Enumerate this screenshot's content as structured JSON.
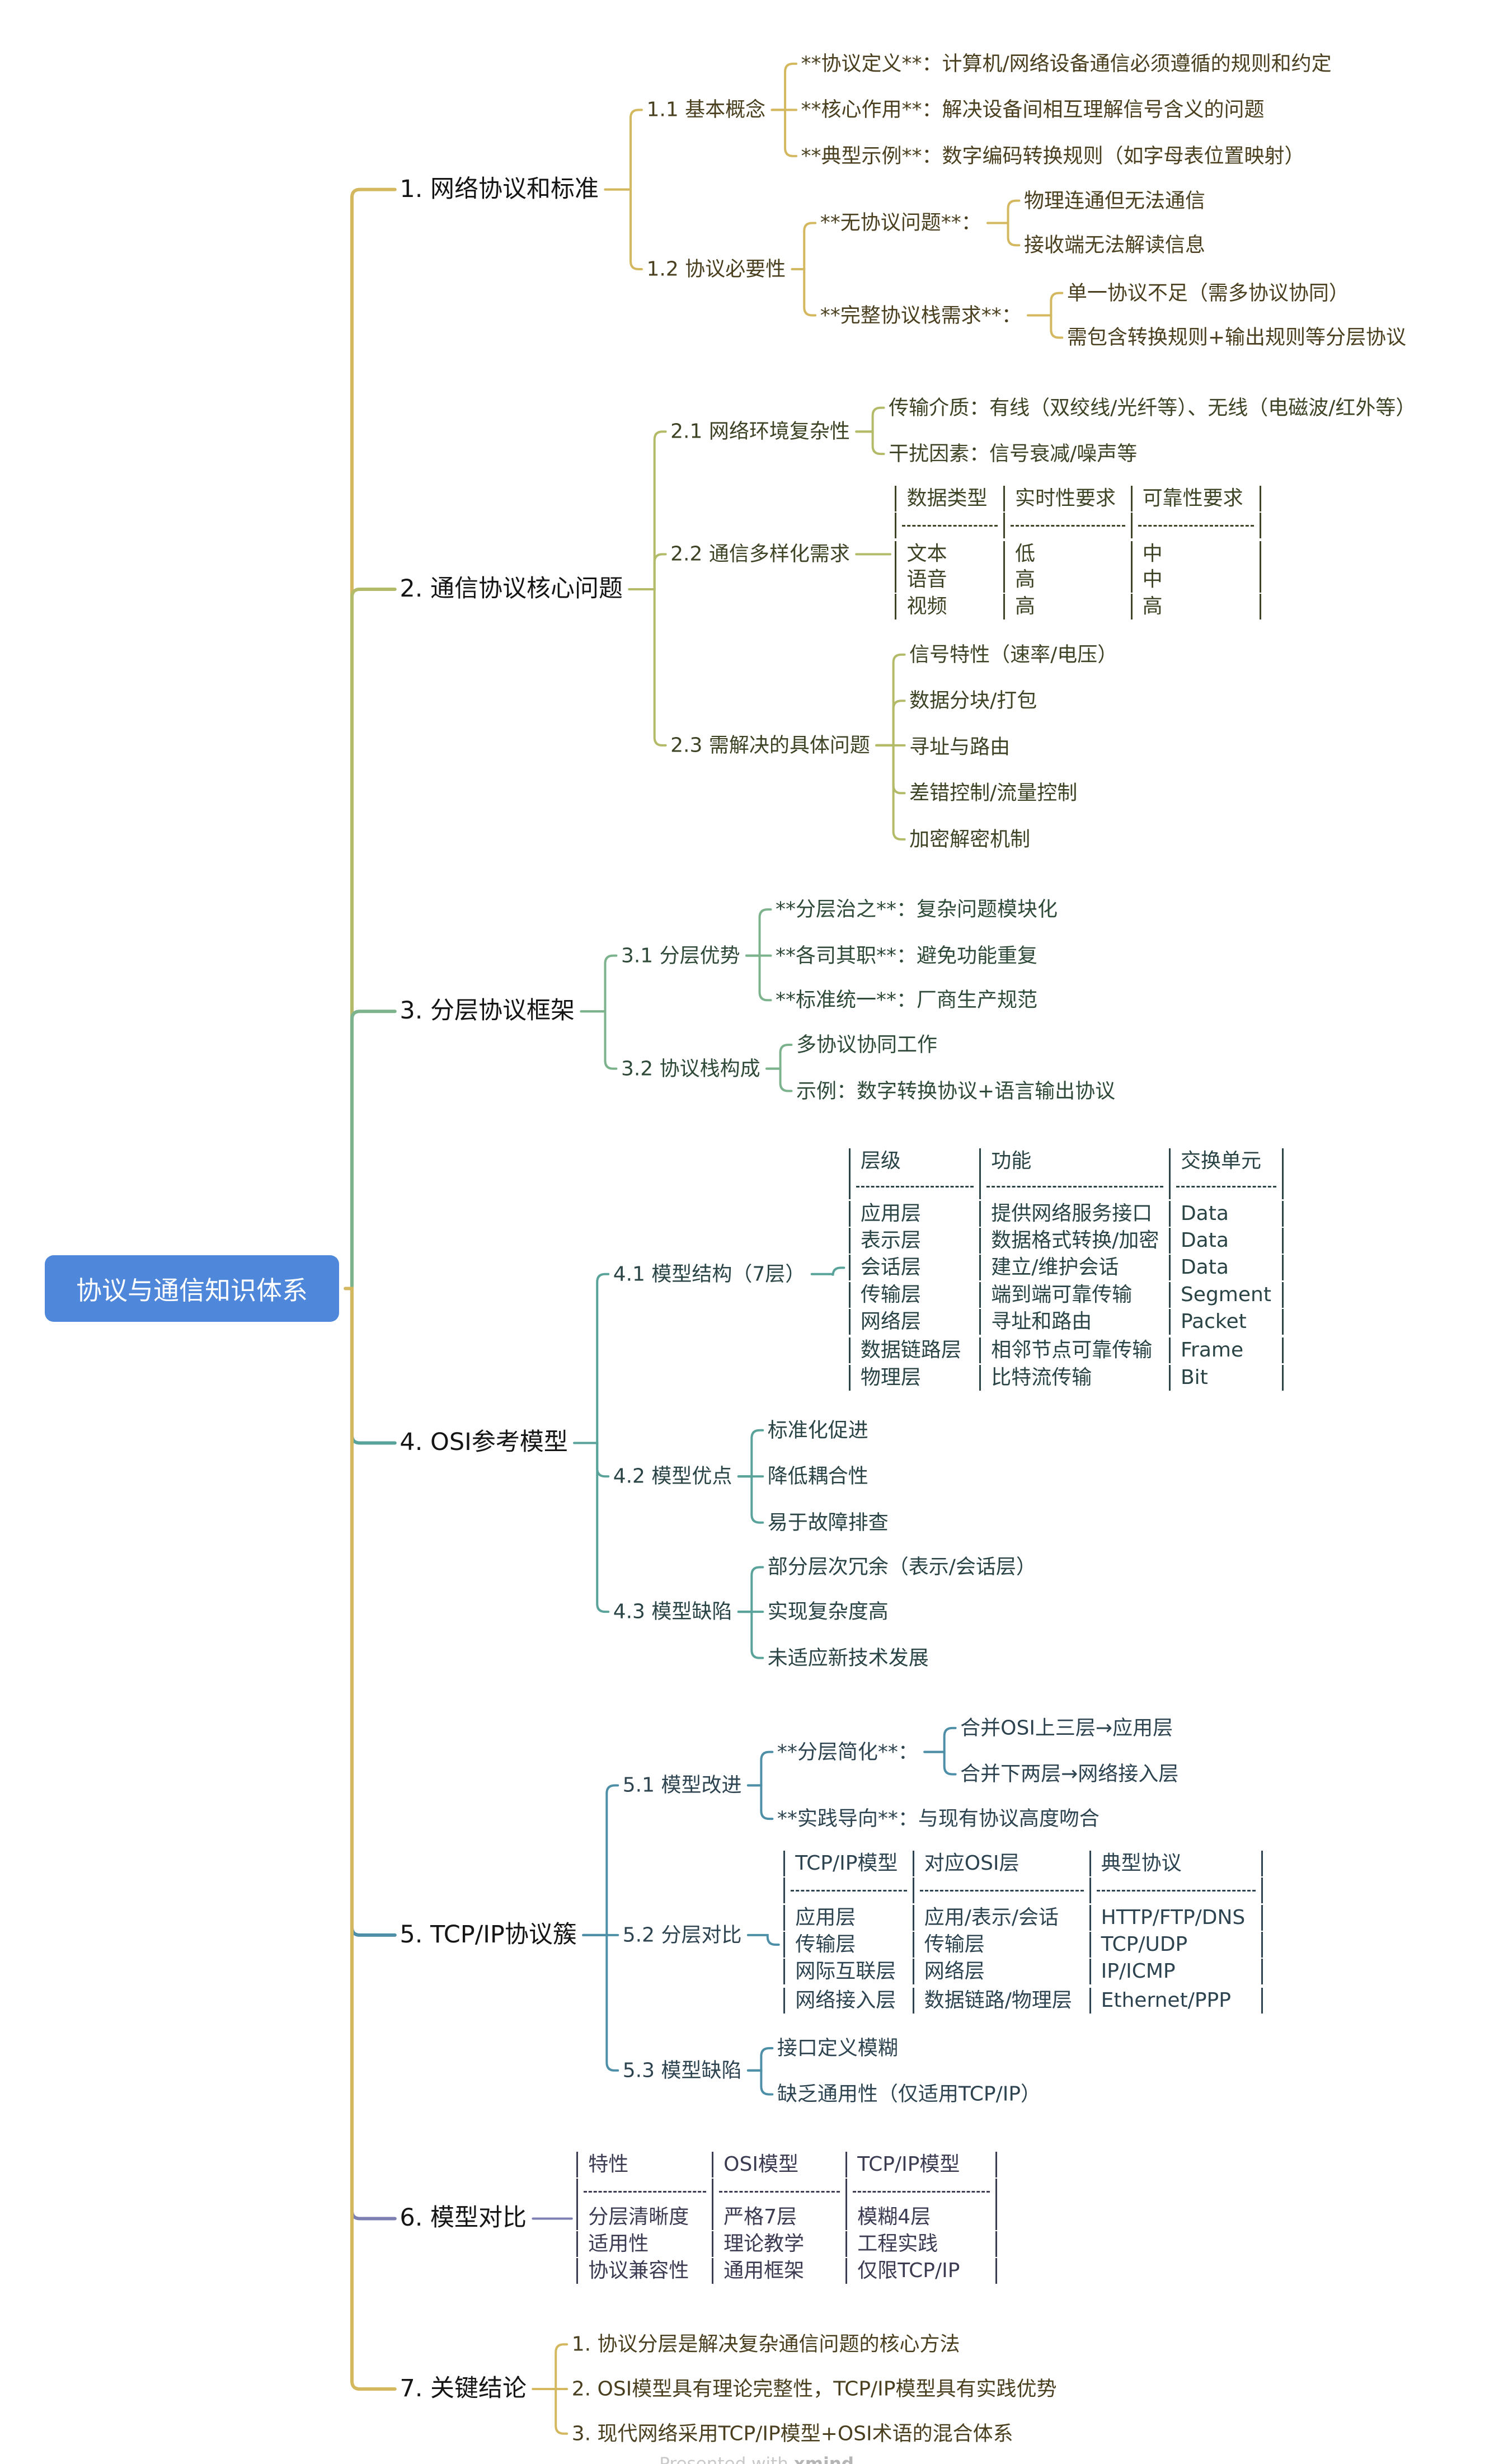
{
  "root": "协议与通信知识体系",
  "colors": {
    "root_fill": "#4f87da",
    "branch_1": "#d4b85f",
    "branch_2": "#b3bb69",
    "branch_3": "#7cb38c",
    "branch_4": "#5aa39a",
    "branch_5": "#4e8fa8",
    "branch_6": "#7d7fb0",
    "branch_7": "#d4b85f"
  },
  "branches": [
    {
      "label": "1. 网络协议和标准",
      "children": [
        {
          "label": "1.1 基本概念",
          "children": [
            {
              "label": "**协议定义**：计算机/网络设备通信必须遵循的规则和约定"
            },
            {
              "label": "**核心作用**：解决设备间相互理解信号含义的问题"
            },
            {
              "label": "**典型示例**：数字编码转换规则（如字母表位置映射）"
            }
          ]
        },
        {
          "label": "1.2 协议必要性",
          "children": [
            {
              "label": "**无协议问题**：",
              "children": [
                {
                  "label": "物理连通但无法通信"
                },
                {
                  "label": "接收端无法解读信息"
                }
              ]
            },
            {
              "label": "**完整协议栈需求**：",
              "children": [
                {
                  "label": "单一协议不足（需多协议协同）"
                },
                {
                  "label": "需包含转换规则+输出规则等分层协议"
                }
              ]
            }
          ]
        }
      ]
    },
    {
      "label": "2. 通信协议核心问题",
      "children": [
        {
          "label": "2.1 网络环境复杂性",
          "children": [
            {
              "label": "传输介质：有线（双绞线/光纤等）、无线（电磁波/红外等）"
            },
            {
              "label": "干扰因素：信号衰减/噪声等"
            }
          ]
        },
        {
          "label": "2.2 通信多样化需求",
          "table": {
            "headers": [
              "数据类型",
              "实时性要求",
              "可靠性要求"
            ],
            "rows": [
              [
                "文本",
                "低",
                "中"
              ],
              [
                "语音",
                "高",
                "中"
              ],
              [
                "视频",
                "高",
                "高"
              ]
            ]
          }
        },
        {
          "label": "2.3 需解决的具体问题",
          "children": [
            {
              "label": "信号特性（速率/电压）"
            },
            {
              "label": "数据分块/打包"
            },
            {
              "label": "寻址与路由"
            },
            {
              "label": "差错控制/流量控制"
            },
            {
              "label": "加密解密机制"
            }
          ]
        }
      ]
    },
    {
      "label": "3. 分层协议框架",
      "children": [
        {
          "label": "3.1 分层优势",
          "children": [
            {
              "label": "**分层治之**：复杂问题模块化"
            },
            {
              "label": "**各司其职**：避免功能重复"
            },
            {
              "label": "**标准统一**：厂商生产规范"
            }
          ]
        },
        {
          "label": "3.2 协议栈构成",
          "children": [
            {
              "label": "多协议协同工作"
            },
            {
              "label": "示例：数字转换协议+语言输出协议"
            }
          ]
        }
      ]
    },
    {
      "label": "4. OSI参考模型",
      "children": [
        {
          "label": "4.1 模型结构（7层）",
          "table": {
            "headers": [
              "层级",
              "功能",
              "交换单元"
            ],
            "rows": [
              [
                "应用层",
                "提供网络服务接口",
                "Data"
              ],
              [
                "表示层",
                "数据格式转换/加密",
                "Data"
              ],
              [
                "会话层",
                "建立/维护会话",
                "Data"
              ],
              [
                "传输层",
                "端到端可靠传输",
                "Segment"
              ],
              [
                "网络层",
                "寻址和路由",
                "Packet"
              ],
              [
                "数据链路层",
                "相邻节点可靠传输",
                "Frame"
              ],
              [
                "物理层",
                "比特流传输",
                "Bit"
              ]
            ]
          }
        },
        {
          "label": "4.2 模型优点",
          "children": [
            {
              "label": "标准化促进"
            },
            {
              "label": "降低耦合性"
            },
            {
              "label": "易于故障排查"
            }
          ]
        },
        {
          "label": "4.3 模型缺陷",
          "children": [
            {
              "label": "部分层次冗余（表示/会话层）"
            },
            {
              "label": "实现复杂度高"
            },
            {
              "label": "未适应新技术发展"
            }
          ]
        }
      ]
    },
    {
      "label": "5. TCP/IP协议簇",
      "children": [
        {
          "label": "5.1 模型改进",
          "children": [
            {
              "label": "**分层简化**：",
              "children": [
                {
                  "label": "合并OSI上三层→应用层"
                },
                {
                  "label": "合并下两层→网络接入层"
                }
              ]
            },
            {
              "label": "**实践导向**：与现有协议高度吻合"
            }
          ]
        },
        {
          "label": "5.2 分层对比",
          "table": {
            "headers": [
              "TCP/IP模型",
              "对应OSI层",
              "典型协议"
            ],
            "rows": [
              [
                "应用层",
                "应用/表示/会话",
                "HTTP/FTP/DNS"
              ],
              [
                "传输层",
                "传输层",
                "TCP/UDP"
              ],
              [
                "网际互联层",
                "网络层",
                "IP/ICMP"
              ],
              [
                "网络接入层",
                "数据链路/物理层",
                "Ethernet/PPP"
              ]
            ]
          }
        },
        {
          "label": "5.3 模型缺陷",
          "children": [
            {
              "label": "接口定义模糊"
            },
            {
              "label": "缺乏通用性（仅适用TCP/IP）"
            }
          ]
        }
      ]
    },
    {
      "label": "6. 模型对比",
      "table": {
        "headers": [
          "特性",
          "OSI模型",
          "TCP/IP模型"
        ],
        "rows": [
          [
            "分层清晰度",
            "严格7层",
            "模糊4层"
          ],
          [
            "适用性",
            "理论教学",
            "工程实践"
          ],
          [
            "协议兼容性",
            "通用框架",
            "仅限TCP/IP"
          ]
        ]
      }
    },
    {
      "label": "7. 关键结论",
      "children": [
        {
          "label": "1. 协议分层是解决复杂通信问题的核心方法"
        },
        {
          "label": "2. OSI模型具有理论完整性，TCP/IP模型具有实践优势"
        },
        {
          "label": "3. 现代网络采用TCP/IP模型+OSI术语的混合体系"
        }
      ]
    }
  ],
  "footer": {
    "presented_with": "Presented with",
    "brand": "xmind"
  }
}
